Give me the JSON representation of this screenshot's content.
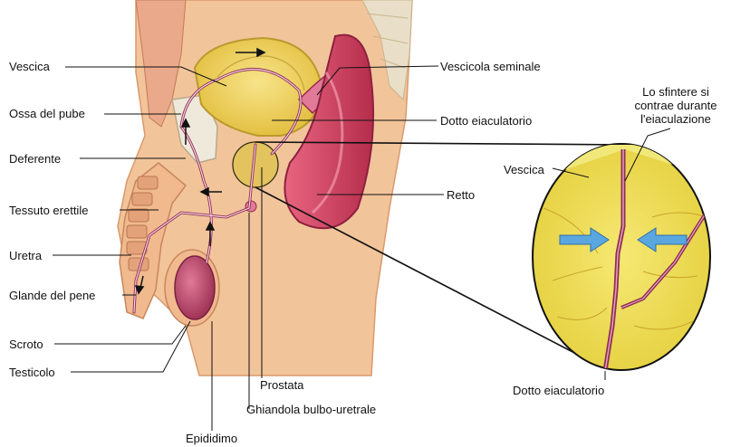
{
  "labels": {
    "vescica": "Vescica",
    "ossa_pube": "Ossa del pube",
    "deferente": "Deferente",
    "tessuto_erettile": "Tessuto erettile",
    "uretra": "Uretra",
    "glande": "Glande del pene",
    "scroto": "Scroto",
    "testicolo": "Testicolo",
    "epididimo": "Epididimo",
    "prostata": "Prostata",
    "ghiandola": "Ghiandola bulbo-uretrale",
    "vescicola": "Vescicola seminale",
    "dotto_top": "Dotto eiaculatorio",
    "retto": "Retto",
    "sfintere": "Lo sfintere si contrae durante l'eiaculazione",
    "inset_vescica": "Vescica",
    "inset_dotto": "Dotto eiaculatorio"
  },
  "colors": {
    "skin": "#f2c49a",
    "skin_shadow": "#d99a6c",
    "bladder": "#e8c94a",
    "bladder_inner": "#f3dc7a",
    "rectum": "#d9476a",
    "rectum_dark": "#b8304f",
    "testis": "#b83a60",
    "duct": "#8e2f55",
    "bone": "#efe9dc",
    "inset_fill": "#f2e05a",
    "inset_arrow": "#5aa7e0"
  }
}
